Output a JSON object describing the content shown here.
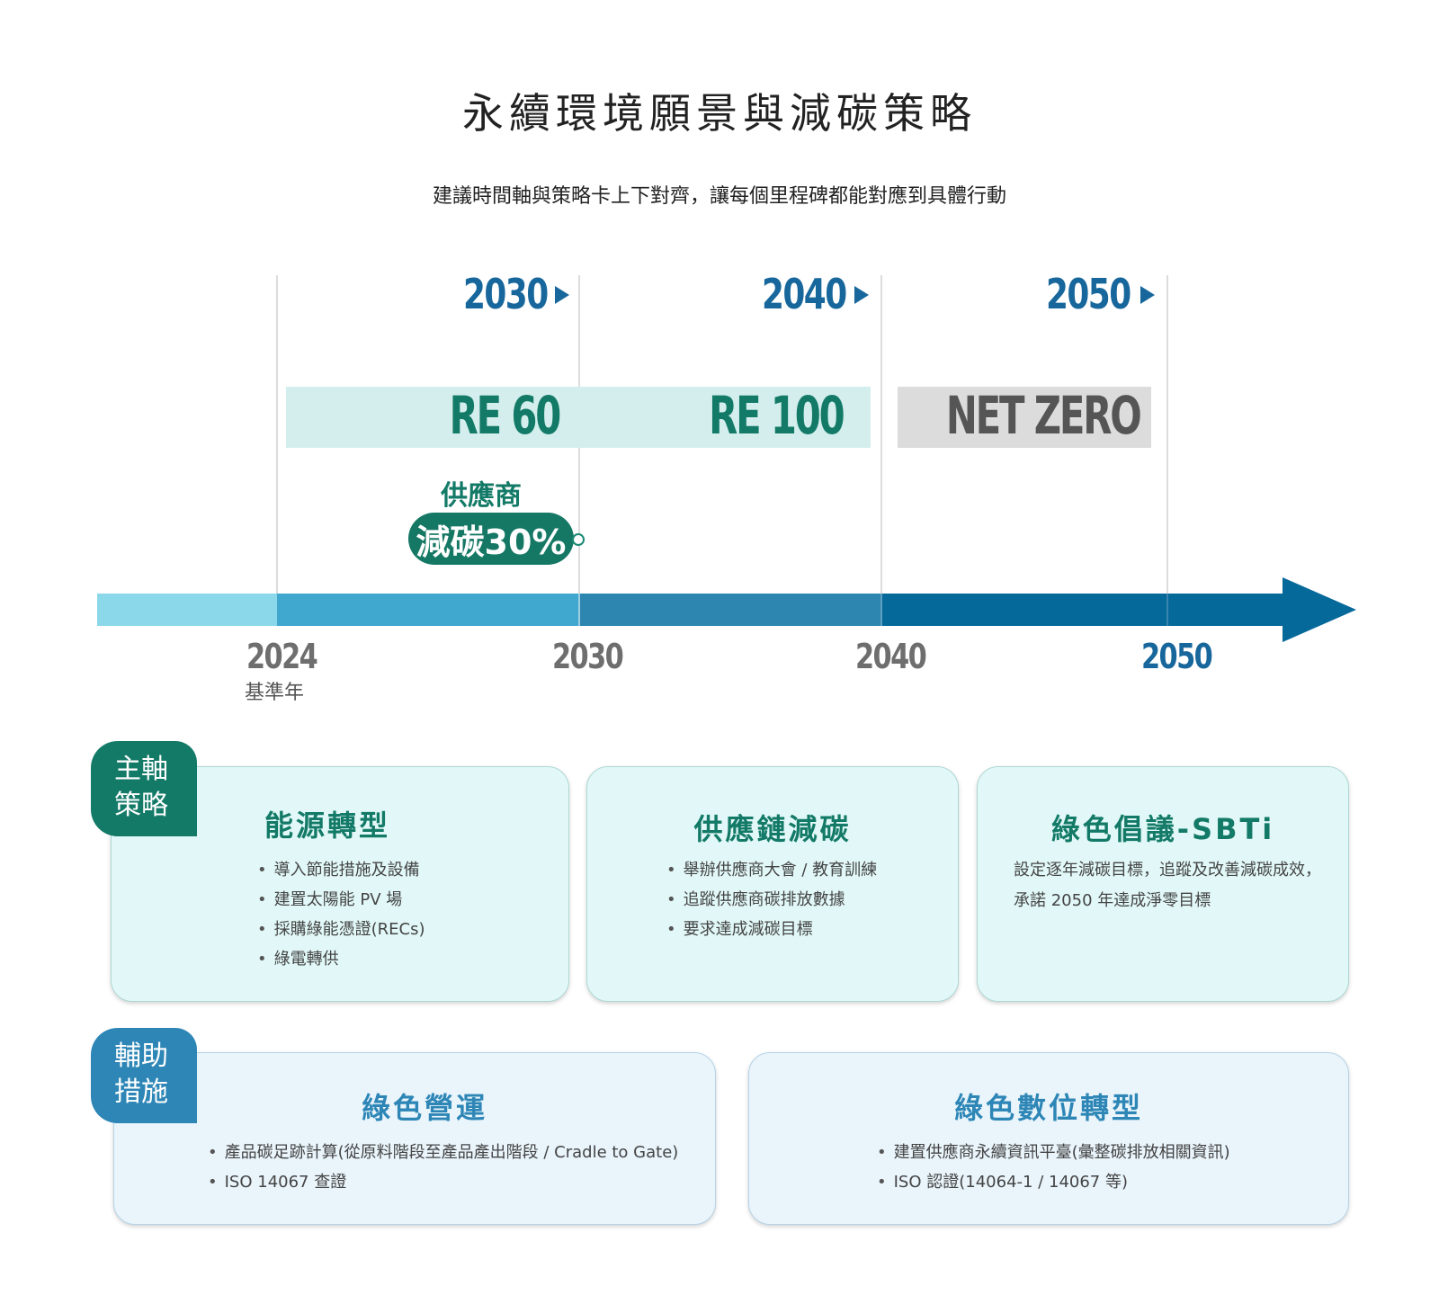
{
  "page": {
    "title": "永續環境願景與減碳策略",
    "subtitle": "建議時間軸與策略卡上下對齊，讓每個里程碑都能對應到具體行動"
  },
  "timeline": {
    "milestone_markers": [
      "2030",
      "2040",
      "2050"
    ],
    "bands": [
      {
        "label": "RE 60"
      },
      {
        "label": "RE 100"
      },
      {
        "label": "NET ZERO"
      }
    ],
    "supplier_goal": {
      "label": "供應商",
      "value": "減碳30%"
    },
    "axis_years": [
      "2024",
      "2030",
      "2040",
      "2050"
    ],
    "base_year_label": "基準年",
    "colors": {
      "milestone": "#17679c",
      "band_re": "#d3eeed",
      "band_netzero": "#dcdcdc",
      "re_text": "#137a67",
      "netzero_text": "#555555",
      "axis_seg_1": "#8bd8ea",
      "axis_seg_2": "#40a8cf",
      "axis_seg_3": "#2d86b0",
      "axis_seg_4": "#05699a"
    }
  },
  "main_strategy": {
    "tab_label": "主軸策略",
    "tab_color": "#147a68",
    "cards": [
      {
        "title": "能源轉型",
        "items": [
          "導入節能措施及設備",
          "建置太陽能 PV 場",
          "採購綠能憑證(RECs)",
          "綠電轉供"
        ]
      },
      {
        "title": "供應鏈減碳",
        "items": [
          "舉辦供應商大會 / 教育訓練",
          "追蹤供應商碳排放數據",
          "要求達成減碳目標"
        ]
      },
      {
        "title": "綠色倡議-SBTi",
        "text_lines": [
          "設定逐年減碳目標，追蹤及改善減碳成效，",
          "承諾 2050 年達成淨零目標"
        ]
      }
    ]
  },
  "support_measures": {
    "tab_label": "輔助措施",
    "tab_color": "#2d86b6",
    "cards": [
      {
        "title": "綠色營運",
        "items": [
          "產品碳足跡計算(從原料階段至產品產出階段 / Cradle to Gate)",
          "ISO 14067 查證"
        ]
      },
      {
        "title": "綠色數位轉型",
        "items": [
          "建置供應商永續資訊平臺(彙整碳排放相關資訊)",
          "ISO 認證(14064-1 / 14067 等)"
        ]
      }
    ]
  }
}
